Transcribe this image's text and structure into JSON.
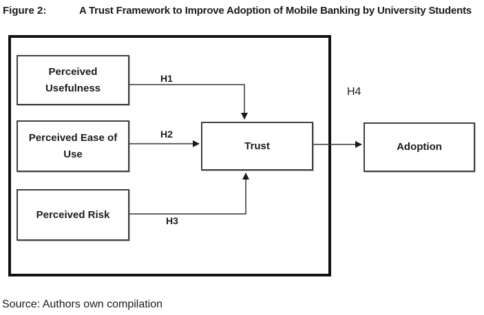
{
  "figure": {
    "label": "Figure 2:",
    "title": "A Trust Framework to Improve Adoption of Mobile Banking by University Students",
    "source": "Source: Authors own compilation"
  },
  "diagram": {
    "type": "flow-diagram",
    "nodes": {
      "perceived_usefulness": {
        "line1": "Perceived",
        "line2": "Usefulness"
      },
      "perceived_ease_of_use": {
        "line1": "Perceived Ease of",
        "line2": "Use"
      },
      "perceived_risk": {
        "line1": "Perceived Risk"
      },
      "trust": {
        "label": "Trust"
      },
      "adoption": {
        "label": "Adoption"
      }
    },
    "edges": {
      "h1": {
        "label": "H1",
        "from": "Perceived Usefulness",
        "to": "Trust"
      },
      "h2": {
        "label": "H2",
        "from": "Perceived Ease of Use",
        "to": "Trust"
      },
      "h3": {
        "label": "H3",
        "from": "Perceived Risk",
        "to": "Trust"
      },
      "h4": {
        "label": "H4",
        "from": "Trust",
        "to": "Adoption"
      }
    },
    "colors": {
      "frame": "#111111",
      "box_border": "#3f3f3f",
      "line": "#333333",
      "text": "#1a1a1a",
      "background": "#ffffff"
    }
  }
}
